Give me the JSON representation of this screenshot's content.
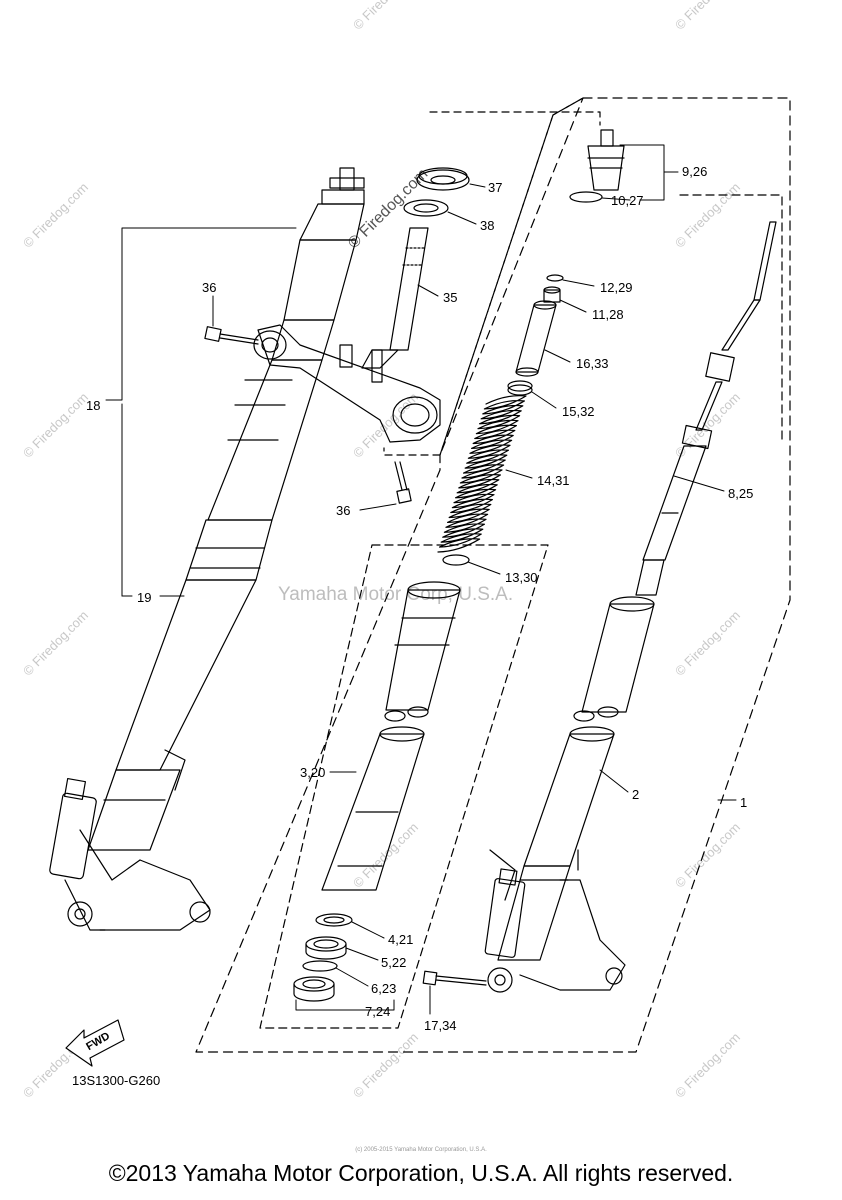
{
  "watermark": {
    "site": "© Firedog.com",
    "center": "Yamaha Motor Corp, U.S.A."
  },
  "labels": {
    "l_9_26": "9,26",
    "l_10_27": "10,27",
    "l_37": "37",
    "l_38": "38",
    "l_36_top": "36",
    "l_35": "35",
    "l_12_29": "12,29",
    "l_11_28": "11,28",
    "l_16_33": "16,33",
    "l_18": "18",
    "l_15_32": "15,32",
    "l_14_31": "14,31",
    "l_8_25": "8,25",
    "l_36_bottom": "36",
    "l_13_30": "13,30",
    "l_19": "19",
    "l_3_20": "3,20",
    "l_2": "2",
    "l_1": "1",
    "l_4_21": "4,21",
    "l_5_22": "5,22",
    "l_6_23": "6,23",
    "l_7_24": "7,24",
    "l_17_34": "17,34"
  },
  "fwd_badge": "FWD",
  "diagram_code": "13S1300-G260",
  "tiny_copyright": "(c) 2005-2015 Yamaha Motor Corporation, U.S.A.",
  "copyright": "©2013 Yamaha Motor Corporation, U.S.A. All rights reserved."
}
